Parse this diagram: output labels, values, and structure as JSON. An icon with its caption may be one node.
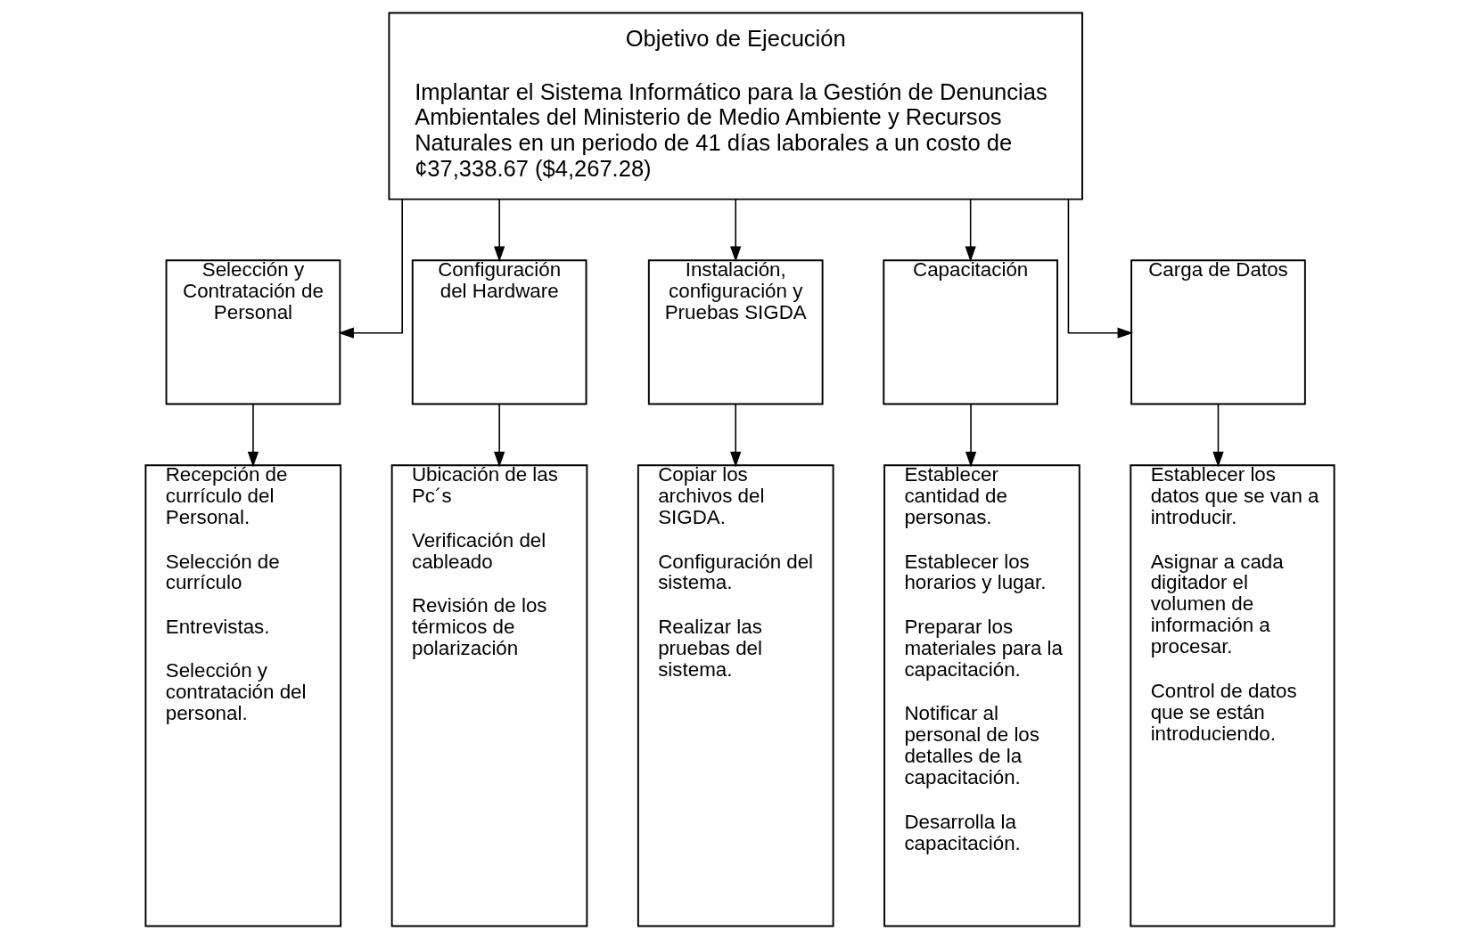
{
  "diagram": {
    "nodes": [
      {
        "text": [
          "Objetivo de Ejecución",
          "Implantar el Sistema Informático para la Gestión de Denuncias Ambientales del Ministerio de Medio Ambiente y Recursos Naturales en un periodo de 41 días laborales a un costo de ¢37,338.67 ($4,267.28)"
        ]
      },
      {
        "text": [
          "Selección y Contratación de Personal"
        ]
      },
      {
        "text": [
          "Configuración del Hardware"
        ]
      },
      {
        "text": [
          "Instalación, configuración y Pruebas SIGDA"
        ]
      },
      {
        "text": [
          "Capacitación"
        ]
      },
      {
        "text": [
          "Carga de Datos"
        ]
      },
      {
        "text": [
          "Recepción de currículo del Personal.",
          "Selección de currículo",
          "Entrevistas.",
          "Selección y contratación del personal."
        ]
      },
      {
        "text": [
          "Ubicación de las Pc´s",
          "Verificación del cableado",
          "Revisión de los térmicos de polarización"
        ]
      },
      {
        "text": [
          "Copiar los archivos del SIGDA.",
          "Configuración del sistema.",
          "Realizar las pruebas del sistema."
        ]
      },
      {
        "text": [
          "Establecer cantidad de personas.",
          "Establecer los horarios y lugar.",
          "Preparar los materiales para la capacitación.",
          "Notificar al personal de los detalles de la capacitación.",
          "Desarrolla la capacitación."
        ]
      },
      {
        "text": [
          "Establecer los datos que se van a introducir.",
          "Asignar a cada digitador el volumen de información a procesar.",
          "Control de datos que se están introduciendo."
        ]
      }
    ],
    "edges": [
      {
        "from": 0,
        "to": 1,
        "arrow": "to"
      },
      {
        "from": 0,
        "to": 2,
        "arrow": "to"
      },
      {
        "from": 0,
        "to": 3,
        "arrow": "to"
      },
      {
        "from": 0,
        "to": 4,
        "arrow": "to"
      },
      {
        "from": 0,
        "to": 5,
        "arrow": "to"
      },
      {
        "from": 1,
        "to": 6,
        "arrow": "to"
      },
      {
        "from": 2,
        "to": 7,
        "arrow": "to"
      },
      {
        "from": 3,
        "to": 8,
        "arrow": "to"
      },
      {
        "from": 4,
        "to": 9,
        "arrow": "to"
      },
      {
        "from": 5,
        "to": 10,
        "arrow": "to"
      }
    ]
  }
}
